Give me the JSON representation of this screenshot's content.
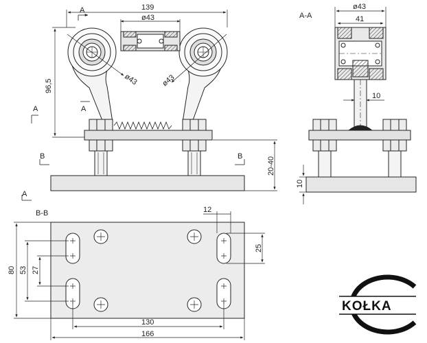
{
  "dimensions": {
    "width_139": "139",
    "dia_43_top": "ø43",
    "dia_43_left": "ø43",
    "dia_43_right": "ø43",
    "height_96_5": "96,5",
    "range_20_40": "20-40",
    "dia_43_section": "ø43",
    "width_41": "41",
    "width_10": "10",
    "height_10": "10",
    "dim_12": "12",
    "dim_25": "25",
    "dim_80": "80",
    "dim_53": "53",
    "dim_27": "27",
    "dim_130": "130",
    "dim_166": "166"
  },
  "section_labels": {
    "a_top": "A",
    "a_left": "A",
    "a_mid": "A",
    "b_left": "B",
    "b_right": "B",
    "a_bottom": "A",
    "section_aa": "A-A",
    "section_bb": "B-B"
  },
  "logo": {
    "text": "KOŁKA"
  }
}
